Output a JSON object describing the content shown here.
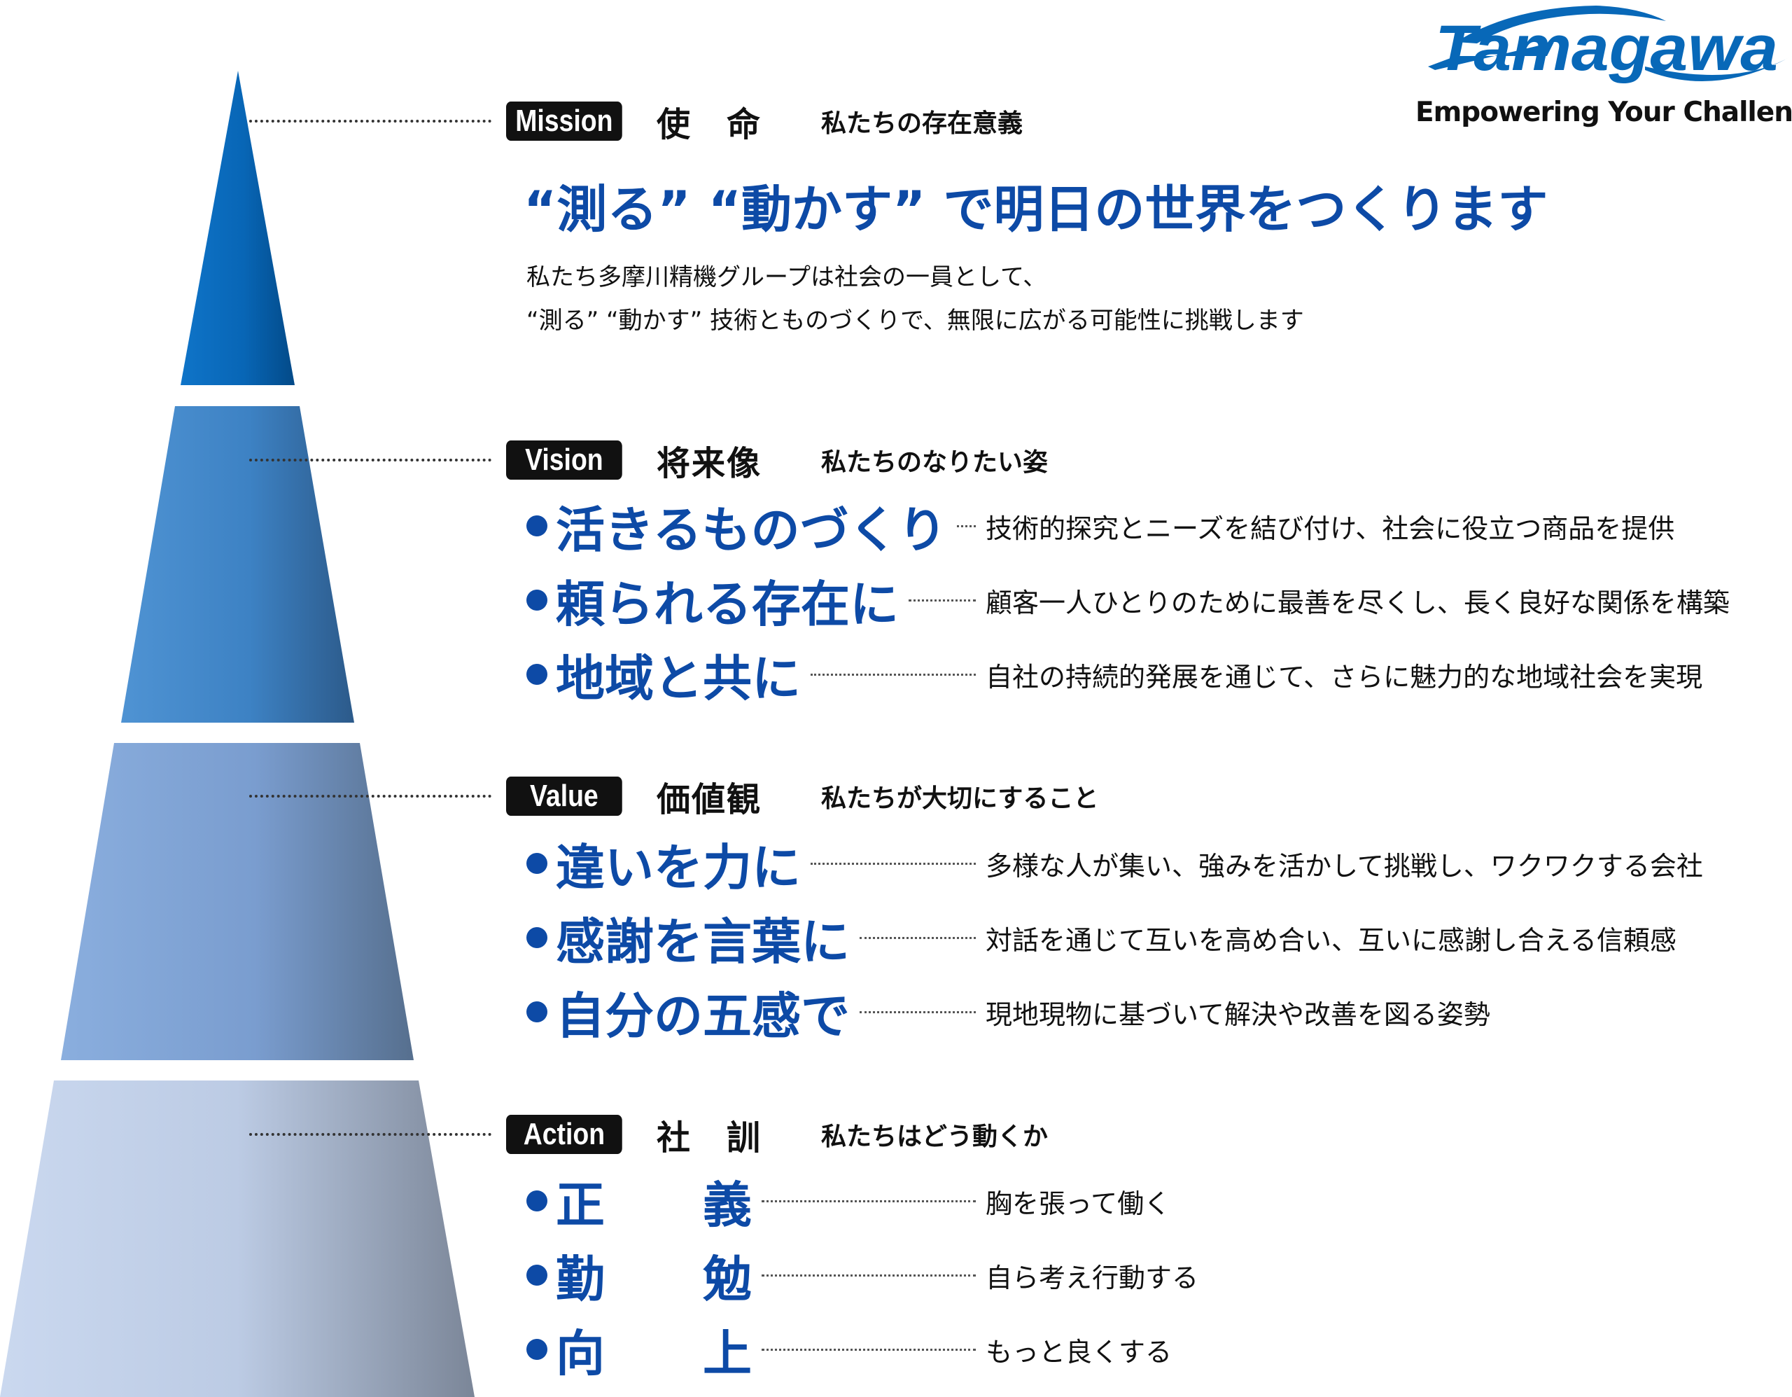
{
  "logo": {
    "brand": "Tamagawa",
    "tagline": "Empowering Your Challenge"
  },
  "colors": {
    "accent": "#0d4aa6",
    "badge": "#111111"
  },
  "mission": {
    "badge": "Mission",
    "title": "使　命",
    "subtitle": "私たちの存在意義",
    "headline": "“測る” “動かす” で明日の世界をつくります",
    "body": [
      "私たち多摩川精機グループは社会の一員として、",
      "“測る” “動かす” 技術とものづくりで、無限に広がる可能性に挑戦します"
    ]
  },
  "vision": {
    "badge": "Vision",
    "title": "将来像",
    "subtitle": "私たちのなりたい姿",
    "items": [
      {
        "label": "活きるものづくり",
        "desc": "技術的探究とニーズを結び付け、社会に役立つ商品を提供"
      },
      {
        "label": "頼られる存在に",
        "desc": "顧客一人ひとりのために最善を尽くし、長く良好な関係を構築"
      },
      {
        "label": "地域と共に",
        "desc": "自社の持続的発展を通じて、さらに魅力的な地域社会を実現"
      }
    ]
  },
  "value": {
    "badge": "Value",
    "title": "価値観",
    "subtitle": "私たちが大切にすること",
    "items": [
      {
        "label": "違いを力に",
        "desc": "多様な人が集い、強みを活かして挑戦し、ワクワクする会社"
      },
      {
        "label": "感謝を言葉に",
        "desc": "対話を通じて互いを高め合い、互いに感謝し合える信頼感"
      },
      {
        "label": "自分の五感で",
        "desc": "現地現物に基づいて解決や改善を図る姿勢"
      }
    ]
  },
  "action": {
    "badge": "Action",
    "title": "社　訓",
    "subtitle": "私たちはどう動くか",
    "items": [
      {
        "label": "正　　義",
        "desc": "胸を張って働く"
      },
      {
        "label": "勤　　勉",
        "desc": "自ら考え行動する"
      },
      {
        "label": "向　　上",
        "desc": "もっと良くする"
      }
    ]
  }
}
